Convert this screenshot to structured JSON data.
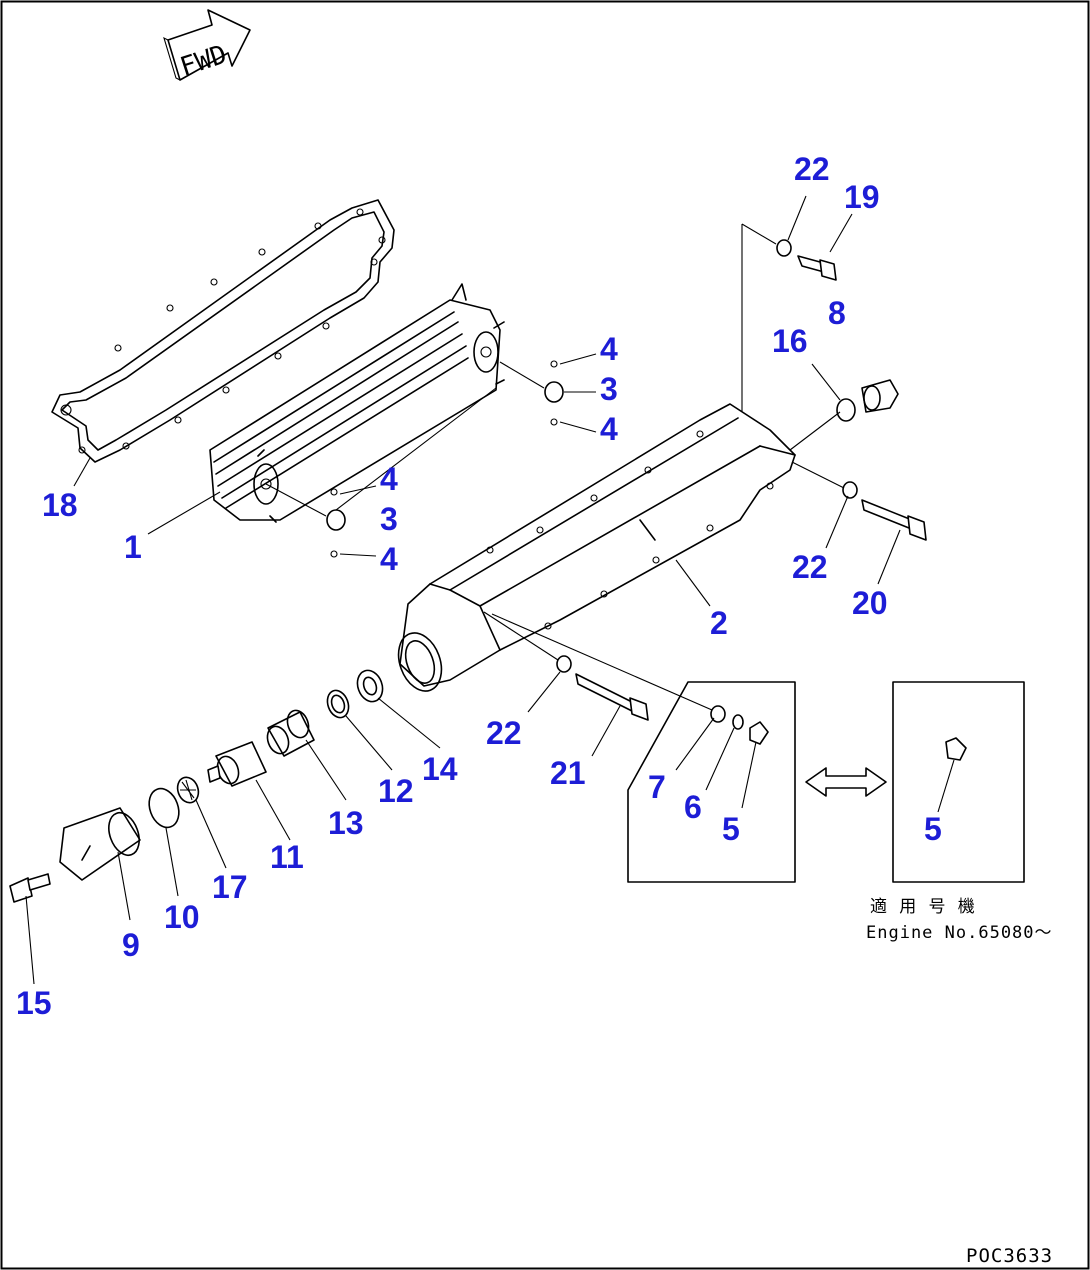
{
  "diagram": {
    "fwd_label": "FWD",
    "callouts": [
      {
        "id": "c-22a",
        "text": "22"
      },
      {
        "id": "c-19",
        "text": "19"
      },
      {
        "id": "c-8",
        "text": "8"
      },
      {
        "id": "c-16",
        "text": "16"
      },
      {
        "id": "c-4a",
        "text": "4"
      },
      {
        "id": "c-3a",
        "text": "3"
      },
      {
        "id": "c-4b",
        "text": "4"
      },
      {
        "id": "c-4c",
        "text": "4"
      },
      {
        "id": "c-3b",
        "text": "3"
      },
      {
        "id": "c-4d",
        "text": "4"
      },
      {
        "id": "c-18",
        "text": "18"
      },
      {
        "id": "c-1",
        "text": "1"
      },
      {
        "id": "c-22b",
        "text": "22"
      },
      {
        "id": "c-20",
        "text": "20"
      },
      {
        "id": "c-2",
        "text": "2"
      },
      {
        "id": "c-22c",
        "text": "22"
      },
      {
        "id": "c-21",
        "text": "21"
      },
      {
        "id": "c-7",
        "text": "7"
      },
      {
        "id": "c-6",
        "text": "6"
      },
      {
        "id": "c-5a",
        "text": "5"
      },
      {
        "id": "c-5b",
        "text": "5"
      },
      {
        "id": "c-14",
        "text": "14"
      },
      {
        "id": "c-12",
        "text": "12"
      },
      {
        "id": "c-13",
        "text": "13"
      },
      {
        "id": "c-11",
        "text": "11"
      },
      {
        "id": "c-17",
        "text": "17"
      },
      {
        "id": "c-10",
        "text": "10"
      },
      {
        "id": "c-9",
        "text": "9"
      },
      {
        "id": "c-15",
        "text": "15"
      }
    ],
    "applicability_jp": "適 用 号 機",
    "applicability_en": "Engine No.65080～",
    "drawing_number": "POC3633"
  }
}
